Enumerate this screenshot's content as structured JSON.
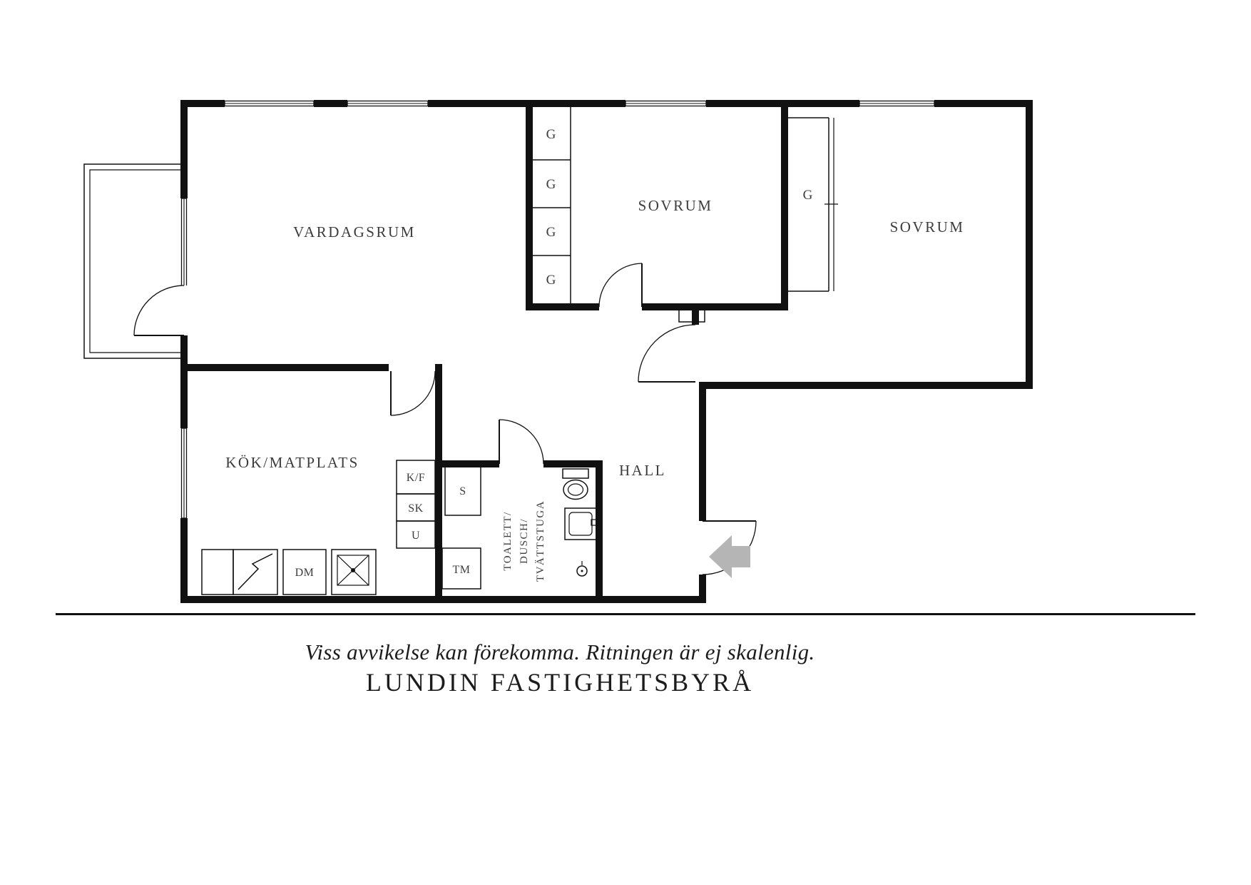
{
  "plan": {
    "rooms": {
      "vardagsrum": "VARDAGSRUM",
      "sovrum_1": "SOVRUM",
      "sovrum_2": "SOVRUM",
      "kok_matplats": "KÖK/MATPLATS",
      "hall": "HALL",
      "bathroom_line_1": "TOALETT/",
      "bathroom_line_2": "DUSCH/",
      "bathroom_line_3": "TVÄTTSTUGA"
    },
    "labels": {
      "g": "G",
      "kf": "K/F",
      "sk": "SK",
      "u": "U",
      "s": "S",
      "tm": "TM",
      "dm": "DM"
    }
  },
  "footer": {
    "disclaimer": "Viss avvikelse kan förekomma. Ritningen är ej skalenlig.",
    "agency": "LUNDIN FASTIGHETSBYRÅ"
  },
  "colors": {
    "walls": "#111111",
    "label_text": "#3d3d3d",
    "footer_text": "#1c1c1c",
    "entry_arrow": "#b5b5b5",
    "background": "#ffffff"
  }
}
